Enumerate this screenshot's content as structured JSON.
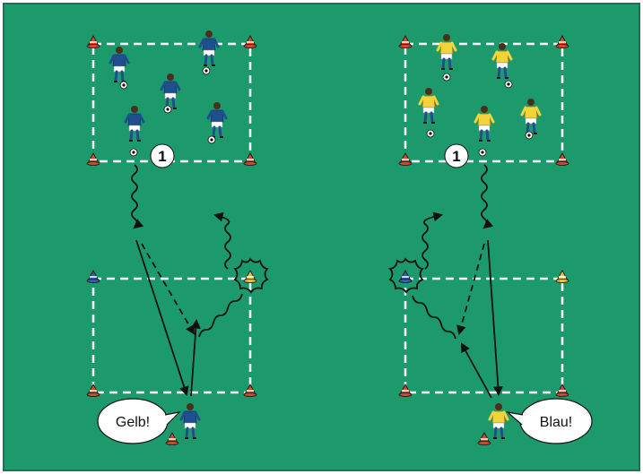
{
  "colors": {
    "field": "#1d9a6c",
    "border": "#0f7a52",
    "lines": "#ffffff",
    "blue_team": "#1f4f8f",
    "yellow_team": "#f3d23a",
    "cone_red": "#d9472b",
    "cone_yellow": "#e8c23b",
    "cone_blue": "#3a5fa8"
  },
  "drill_left": {
    "number_label": "1",
    "call_text": "Gelb!"
  },
  "drill_right": {
    "number_label": "1",
    "call_text": "Blau!"
  }
}
